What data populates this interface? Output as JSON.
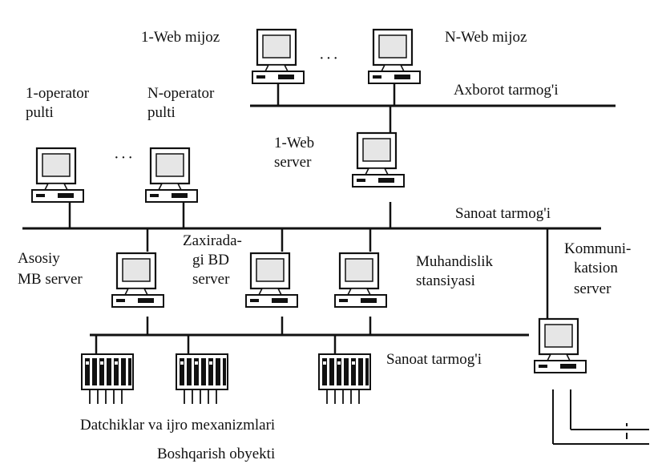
{
  "labels": {
    "web_client_1": "1-Web mijoz",
    "web_client_n": "N-Web mijoz",
    "info_network": "Axborot tarmog'i",
    "operator_1_a": "1-operator",
    "operator_1_b": "pulti",
    "operator_n_a": "N-operator",
    "operator_n_b": "pulti",
    "web_server_a": "1-Web",
    "web_server_b": "server",
    "industrial_network_top": "Sanoat tarmog'i",
    "main_db_a": "Asosiy",
    "main_db_b": "MB server",
    "backup_db_a": "Zaxirada-",
    "backup_db_b": "gi BD",
    "backup_db_c": "server",
    "engineering_a": "Muhandislik",
    "engineering_b": "stansiyasi",
    "comm_a": "Kommuni-",
    "comm_b": "katsion",
    "comm_c": "server",
    "industrial_network_bottom": "Sanoat tarmog'i",
    "sensors": "Datchiklar va ijro mexanizmlari",
    "control_object": "Boshqarish obyekti"
  },
  "ellipsis": {
    "web_clients": "···",
    "operators": "···"
  },
  "colors": {
    "ink": "#111111",
    "screen": "#e6e6e6",
    "paper": "#ffffff"
  }
}
